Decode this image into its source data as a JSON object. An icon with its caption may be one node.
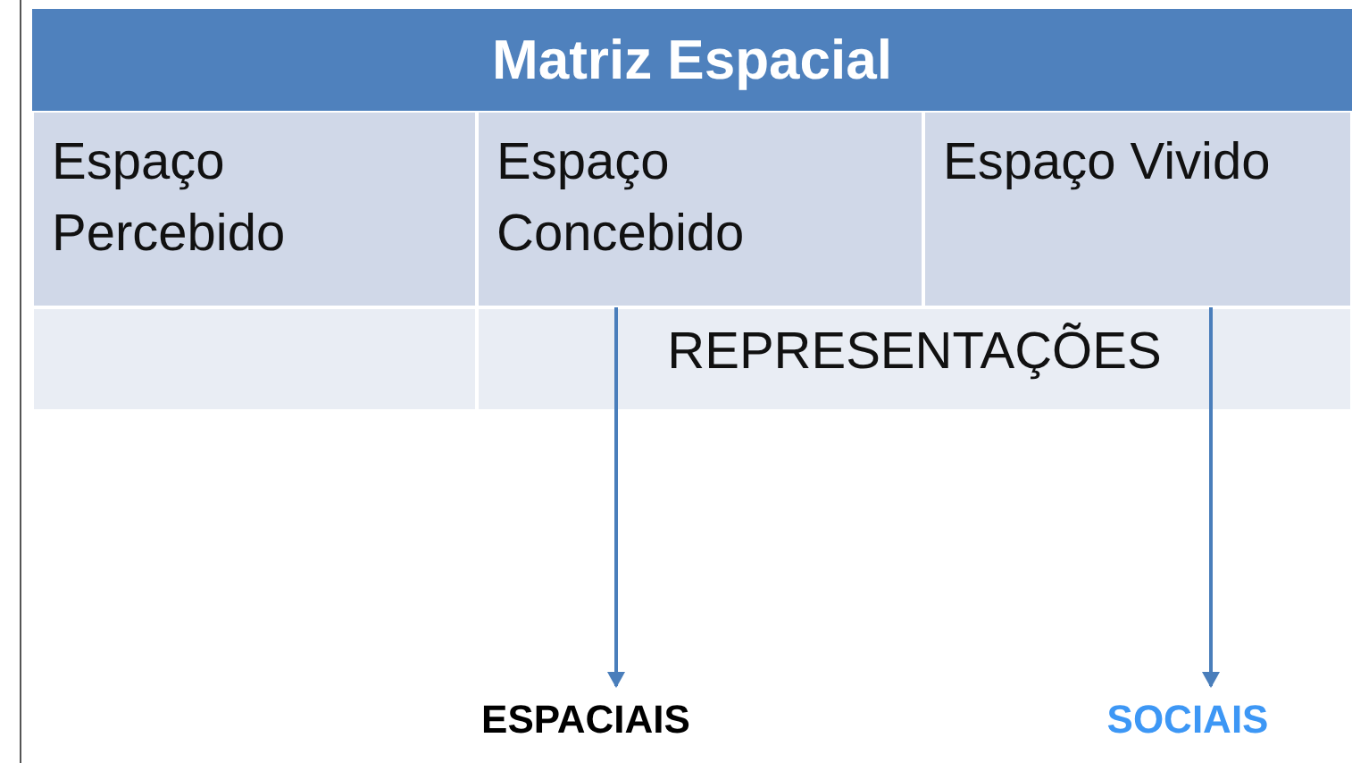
{
  "diagram": {
    "title": "Matriz Espacial",
    "nodes": [
      {
        "text": [
          "Espaço Concebido"
        ]
      },
      {
        "text": [
          "Espaço Vivido"
        ]
      },
      {
        "text": [
          "ESPACIAIS"
        ]
      },
      {
        "text": [
          "SOCIAIS"
        ]
      }
    ],
    "edges": [
      {
        "from": 0,
        "to": 2,
        "arrow": "to"
      },
      {
        "from": 1,
        "to": 3,
        "arrow": "to"
      }
    ],
    "labels": [
      "Espaço Percebido",
      "REPRESENTAÇÕES"
    ]
  }
}
